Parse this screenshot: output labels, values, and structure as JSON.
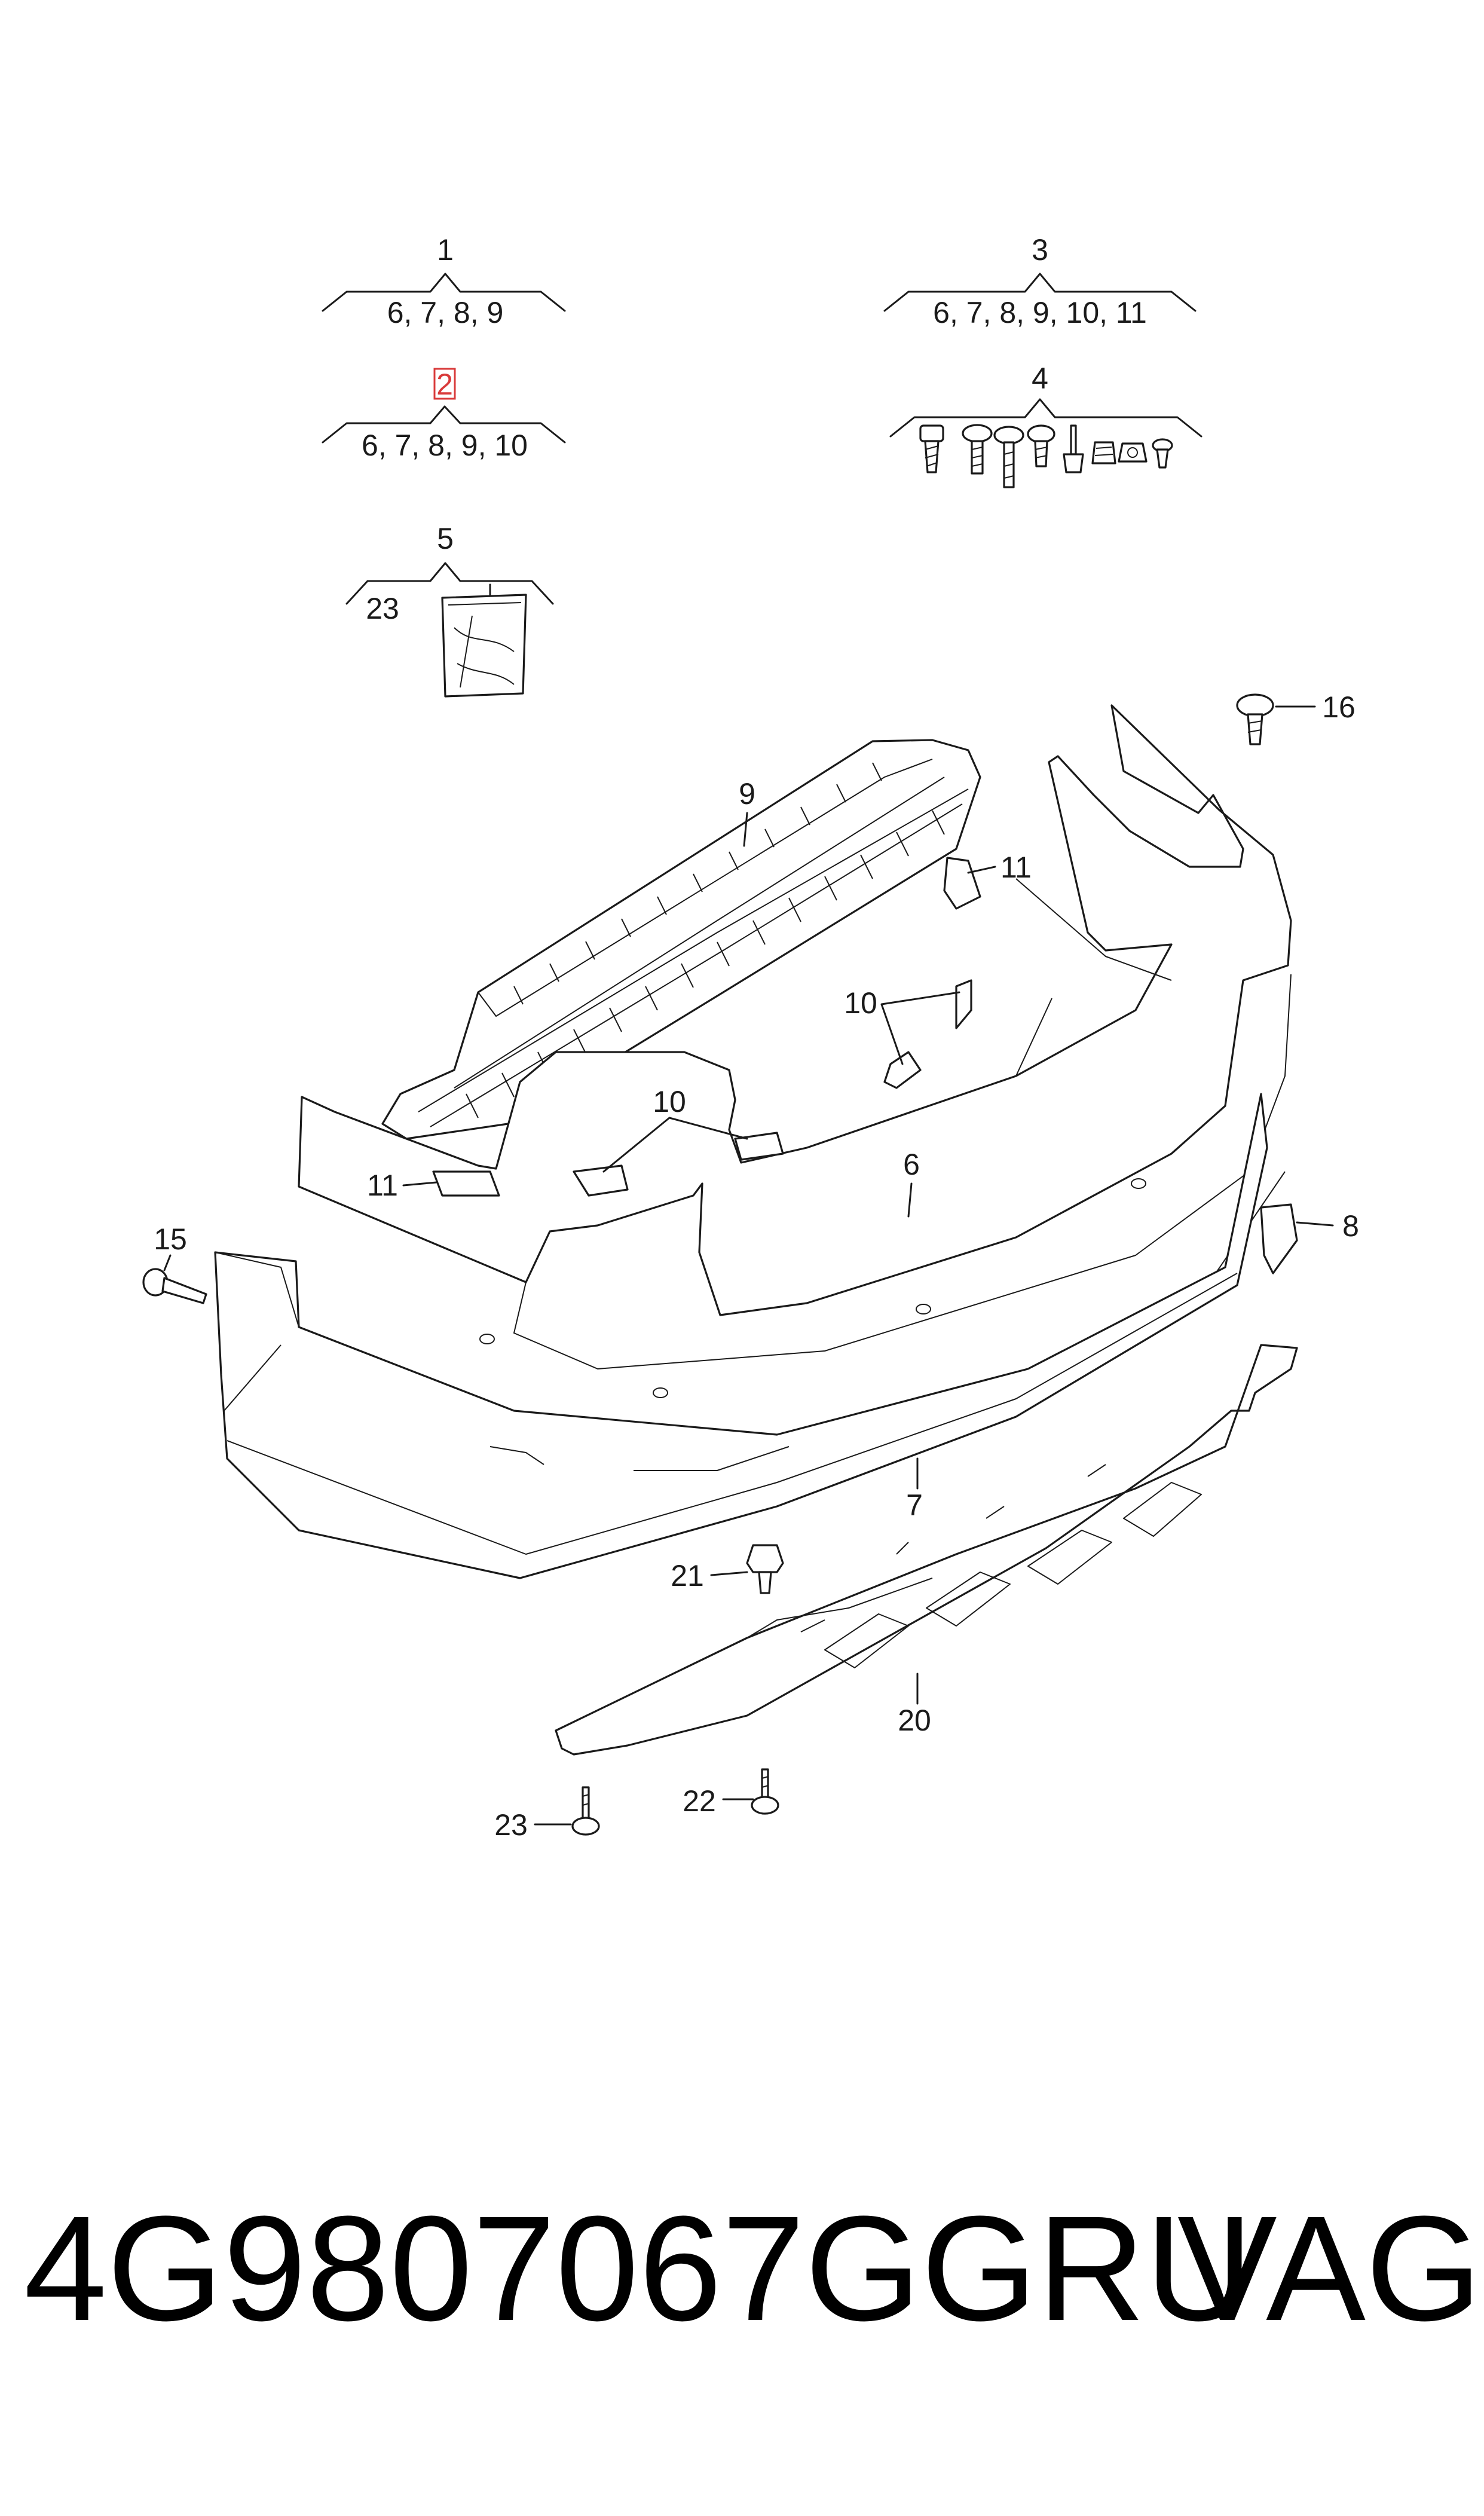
{
  "groups": {
    "g1": {
      "label": "1",
      "children": "6, 7, 8, 9"
    },
    "g2": {
      "label": "2",
      "children": "6, 7, 8, 9, 10"
    },
    "g3": {
      "label": "3",
      "children": "6, 7, 8, 9, 10, 11"
    },
    "g4": {
      "label": "4"
    },
    "g5": {
      "label": "5",
      "children": "23"
    }
  },
  "callouts": {
    "c6": "6",
    "c7": "7",
    "c8": "8",
    "c9": "9",
    "c10a": "10",
    "c10b": "10",
    "c11a": "11",
    "c11b": "11",
    "c15": "15",
    "c16": "16",
    "c20": "20",
    "c21": "21",
    "c22": "22",
    "c23": "23"
  },
  "highlight_color": "#d93a3a",
  "footer": {
    "part_number": "4G9807067GGRU",
    "brand": "VAG"
  }
}
